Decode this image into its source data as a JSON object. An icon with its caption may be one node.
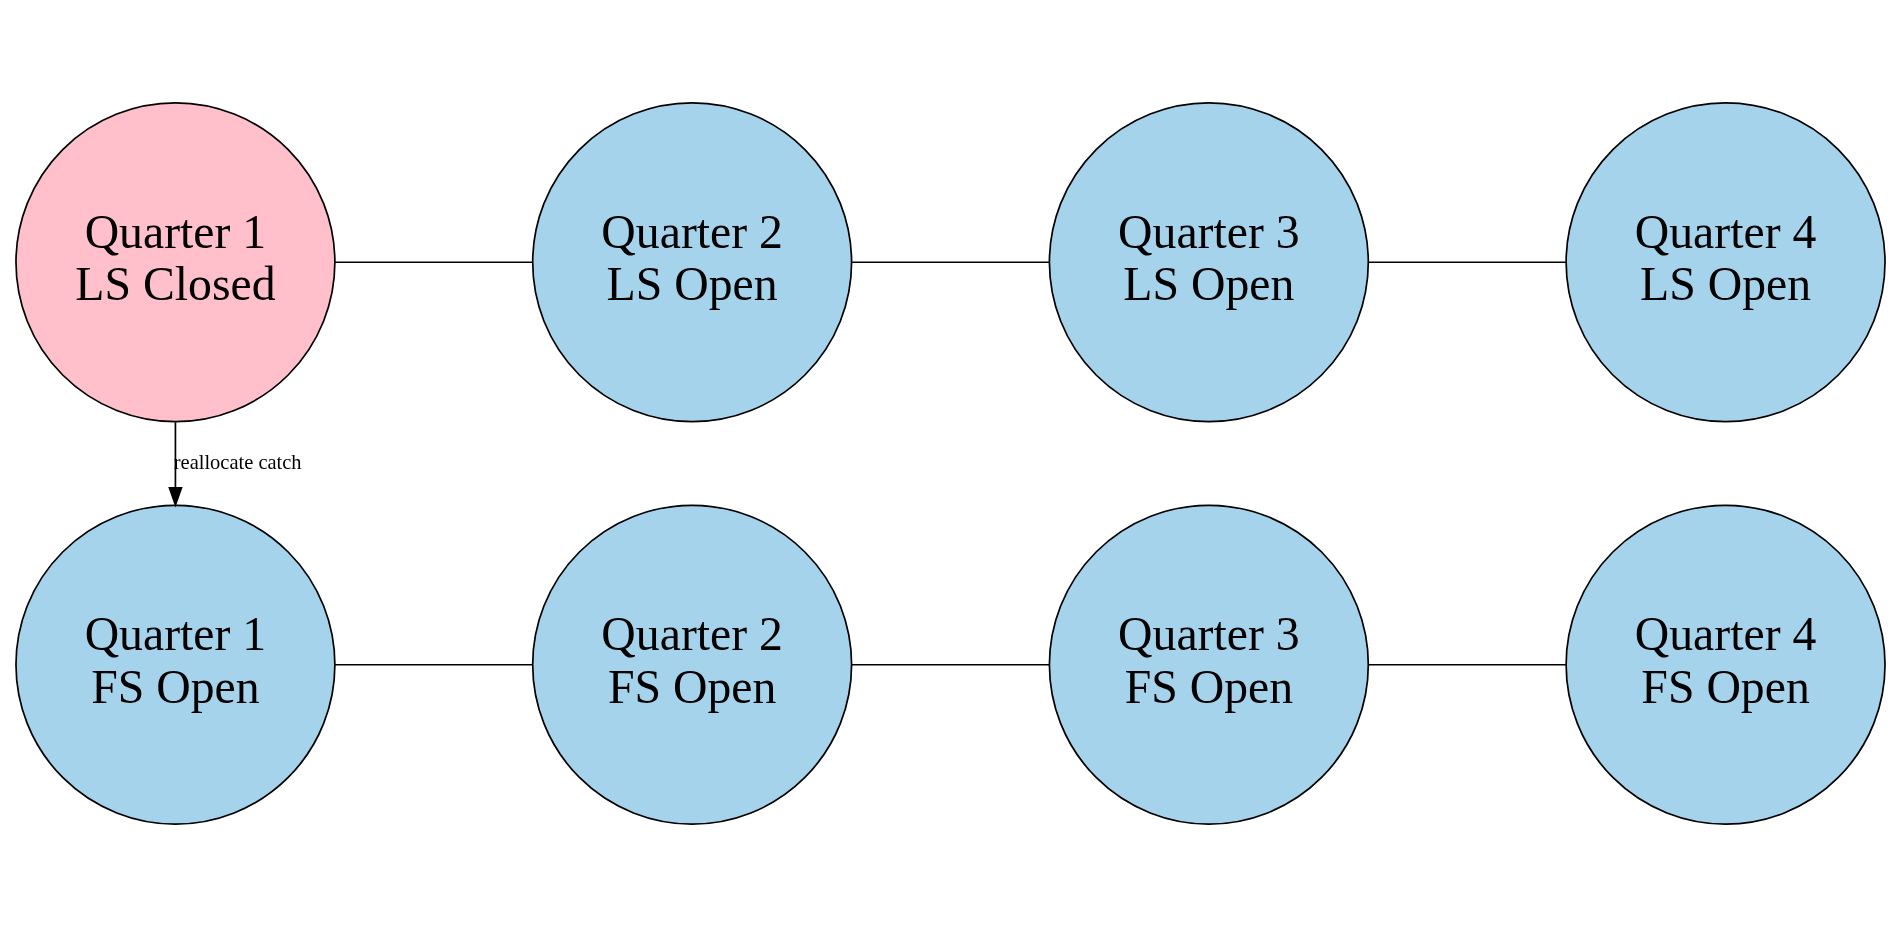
{
  "diagram": {
    "nodes": [
      {
        "text": [
          "Quarter 1",
          "LS Closed"
        ]
      },
      {
        "text": [
          "Quarter 2",
          "LS Open"
        ]
      },
      {
        "text": [
          "Quarter 3",
          "LS Open"
        ]
      },
      {
        "text": [
          "Quarter 4",
          "LS Open"
        ]
      },
      {
        "text": [
          "Quarter 1",
          "FS Open"
        ]
      },
      {
        "text": [
          "Quarter 2",
          "FS Open"
        ]
      },
      {
        "text": [
          "Quarter 3",
          "FS Open"
        ]
      },
      {
        "text": [
          "Quarter 4",
          "FS Open"
        ]
      }
    ],
    "edges": [
      {
        "from": 0,
        "to": 1,
        "arrow": "none"
      },
      {
        "from": 1,
        "to": 2,
        "arrow": "none"
      },
      {
        "from": 2,
        "to": 3,
        "arrow": "none"
      },
      {
        "from": 0,
        "to": 4,
        "arrow": "to",
        "label": "reallocate catch"
      },
      {
        "from": 4,
        "to": 5,
        "arrow": "none"
      },
      {
        "from": 5,
        "to": 6,
        "arrow": "none"
      },
      {
        "from": 6,
        "to": 7,
        "arrow": "none"
      }
    ]
  }
}
